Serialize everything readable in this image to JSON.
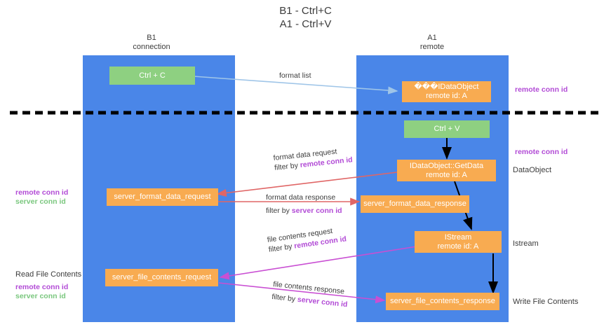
{
  "title": {
    "line1": "B1 - Ctrl+C",
    "line2": "A1 - Ctrl+V"
  },
  "columns": [
    {
      "name": "B1",
      "role": "connection"
    },
    {
      "name": "A1",
      "role": "remote"
    }
  ],
  "colors": {
    "lane": "#4a86e8",
    "green_box": "#8ed081",
    "orange_box": "#f8ab51",
    "remote_conn_id": "#b24bd6",
    "server_conn_id": "#7ac77e",
    "blue_arrow": "#9fc5e8",
    "red_arrow": "#e06666",
    "black_arrow": "#000000",
    "magenta_arrow": "#c94fd3",
    "divider": "#000000",
    "text": "#3c3c3c"
  },
  "boxes": {
    "ctrl_c": {
      "label": "Ctrl + C"
    },
    "ctrl_v": {
      "label": "Ctrl + V"
    },
    "idataobject": {
      "line1": "���IDataObject",
      "line2": "remote id: A"
    },
    "getdata": {
      "line1": "IDataObject::GetData",
      "line2": "remote id: A"
    },
    "server_format_data_request": {
      "label": "server_format_data_request"
    },
    "server_format_data_response": {
      "label": "server_format_data_response"
    },
    "istream": {
      "line1": "IStream",
      "line2": "remote id: A"
    },
    "server_file_contents_request": {
      "label": "server_file_contents_request"
    },
    "server_file_contents_response": {
      "label": "server_file_contents_response"
    }
  },
  "arrow_labels": {
    "format_list": {
      "text": "format list"
    },
    "format_data_request": {
      "text": "format data request",
      "filter_prefix": "filter by ",
      "filter_key": "remote conn id"
    },
    "format_data_response": {
      "text": "format data response",
      "filter_prefix": "filter by ",
      "filter_key": "server conn id"
    },
    "file_contents_request": {
      "text": "file contents request",
      "filter_prefix": "filter by ",
      "filter_key": "remote conn id"
    },
    "file_contents_response": {
      "text": "file contents response",
      "filter_prefix": "filter by ",
      "filter_key": "server conn id"
    }
  },
  "right_annotations": [
    {
      "text": "remote conn id",
      "kind": "remote"
    },
    {
      "text": "remote conn id",
      "kind": "remote"
    },
    {
      "text": "DataObject",
      "kind": "plain"
    },
    {
      "text": "Istream",
      "kind": "plain"
    },
    {
      "text": "Write File Contents",
      "kind": "plain"
    }
  ],
  "left_annotations": {
    "middle": {
      "remote": "remote conn id",
      "server": "server conn id"
    },
    "bottom_title": "Read File Contents",
    "bottom": {
      "remote": "remote conn id",
      "server": "server conn id"
    }
  }
}
